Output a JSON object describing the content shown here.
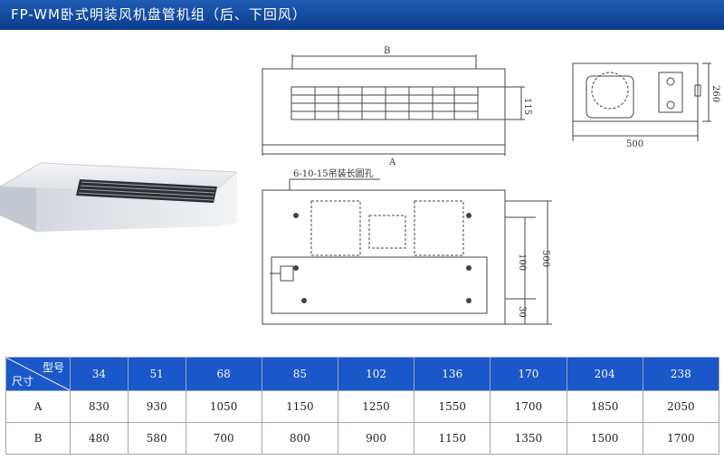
{
  "title": "FP-WM卧式明装风机盘管机组（后、下回风）",
  "drawing": {
    "dim_b": "B",
    "dim_a": "A",
    "dim_115": "115",
    "dim_500_side": "500",
    "dim_260": "260",
    "hole_note": "6-10-15吊装长圆孔",
    "dim_100": "100",
    "dim_30": "30",
    "dim_500_plan": "500"
  },
  "table": {
    "corner_model": "型号",
    "corner_dim": "尺寸",
    "models": [
      "34",
      "51",
      "68",
      "85",
      "102",
      "136",
      "170",
      "204",
      "238"
    ],
    "rows": [
      {
        "label": "A",
        "values": [
          "830",
          "930",
          "1050",
          "1150",
          "1250",
          "1550",
          "1700",
          "1850",
          "2050"
        ]
      },
      {
        "label": "B",
        "values": [
          "480",
          "580",
          "700",
          "800",
          "900",
          "1150",
          "1350",
          "1500",
          "1700"
        ]
      }
    ]
  },
  "colors": {
    "title_bar": "#0a3c8c",
    "table_header": "#1a57c8"
  }
}
